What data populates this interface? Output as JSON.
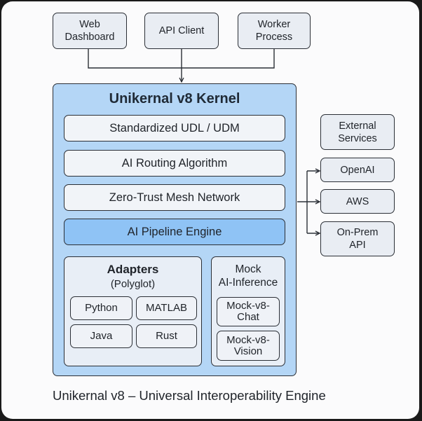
{
  "clients": [
    {
      "label": "Web\nDashboard"
    },
    {
      "label": "API Client"
    },
    {
      "label": "Worker\nProcess"
    }
  ],
  "kernel": {
    "title": "Unikernal v8 Kernel",
    "layers": [
      {
        "label": "Standardized UDL / UDM"
      },
      {
        "label": "AI Routing Algorithm"
      },
      {
        "label": "Zero-Trust Mesh Network"
      },
      {
        "label": "AI Pipeline Engine"
      }
    ],
    "adapters": {
      "title": "Adapters",
      "subtitle": "(Polyglot)",
      "items": [
        "Python",
        "MATLAB",
        "Java",
        "Rust"
      ]
    },
    "mock": {
      "title": "Mock\nAI-Inference",
      "items": [
        "Mock-v8-\nChat",
        "Mock-v8-\nVision"
      ]
    }
  },
  "external": {
    "title": "External\nServices",
    "items": [
      "OpenAI",
      "AWS",
      "On-Prem\nAPI"
    ]
  },
  "caption": "Unikernal v8 – Universal Interoperability Engine",
  "colors": {
    "kernel_fill": "#b4d6f6",
    "highlight_layer": "#8fc3f5",
    "box_fill": "#e9edf3",
    "stroke": "#2b2f36"
  }
}
